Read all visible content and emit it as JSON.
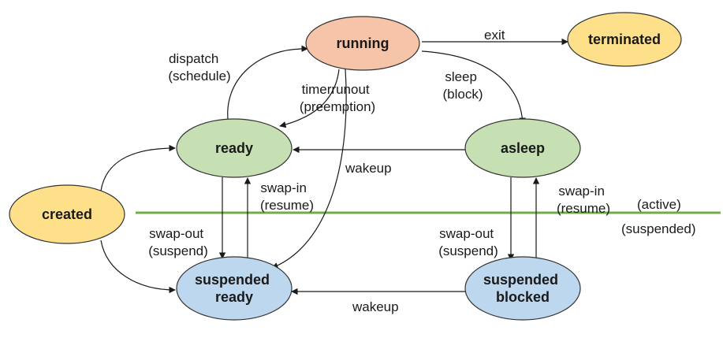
{
  "nodes": {
    "running": {
      "lines": [
        "running"
      ],
      "color": "#F6C4A8"
    },
    "terminated": {
      "lines": [
        "terminated"
      ],
      "color": "#FFE08A"
    },
    "ready": {
      "lines": [
        "ready"
      ],
      "color": "#C6E0B4"
    },
    "asleep": {
      "lines": [
        "asleep"
      ],
      "color": "#C6E0B4"
    },
    "created": {
      "lines": [
        "created"
      ],
      "color": "#FFE08A"
    },
    "suspended_ready": {
      "lines": [
        "suspended",
        "ready"
      ],
      "color": "#BDD7EE"
    },
    "suspended_blocked": {
      "lines": [
        "suspended",
        "blocked"
      ],
      "color": "#BDD7EE"
    }
  },
  "edge_labels": {
    "exit": "exit",
    "dispatch": [
      "dispatch",
      "(schedule)"
    ],
    "timerrunout": [
      "timerrunout",
      "(preemption)"
    ],
    "sleep": [
      "sleep",
      "(block)"
    ],
    "wakeup_top": "wakeup",
    "wakeup_bottom": "wakeup",
    "swapin_left": [
      "swap-in",
      "(resume)"
    ],
    "swapin_right": [
      "swap-in",
      "(resume)"
    ],
    "swapout_left": [
      "swap-out",
      "(suspend)"
    ],
    "swapout_right": [
      "swap-out",
      "(suspend)"
    ]
  },
  "divider": {
    "color": "#70AD47",
    "above_label": "(active)",
    "below_label": "(suspended)"
  }
}
